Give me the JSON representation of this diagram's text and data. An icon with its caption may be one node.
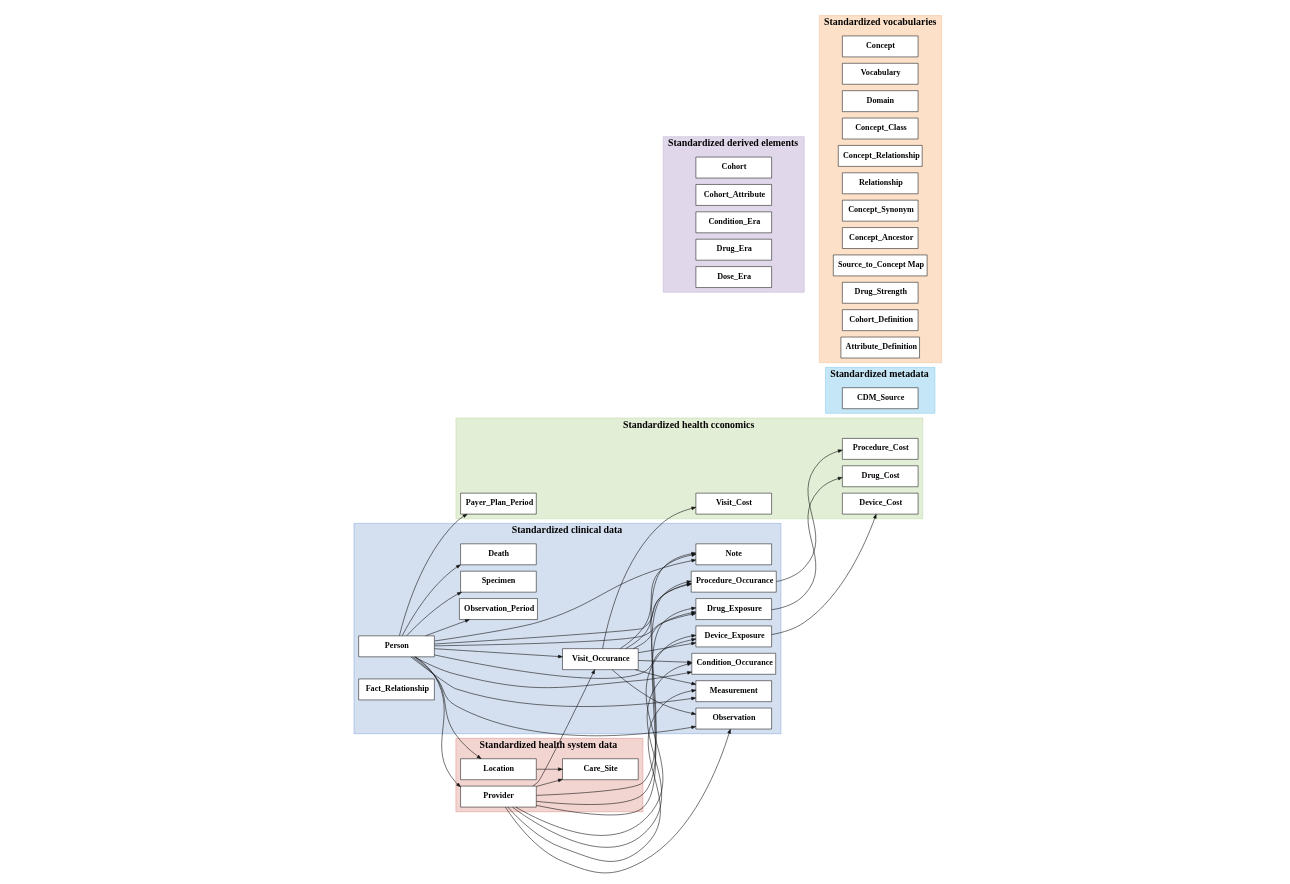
{
  "diagram": {
    "nodes": [
      {
        "text": [
          "Standardized clinical data"
        ]
      },
      {
        "text": [
          "Person"
        ],
        "in": 0
      },
      {
        "text": [
          "Observation_Period"
        ],
        "in": 0
      },
      {
        "text": [
          "Specimen"
        ],
        "in": 0
      },
      {
        "text": [
          "Death"
        ],
        "in": 0
      },
      {
        "text": [
          "Visit_Occurance"
        ],
        "in": 0
      },
      {
        "text": [
          "Procedure_Occurance"
        ],
        "in": 0
      },
      {
        "text": [
          "Drug_Exposure"
        ],
        "in": 0
      },
      {
        "text": [
          "Device_Exposure"
        ],
        "in": 0
      },
      {
        "text": [
          "Condition_Occurance"
        ],
        "in": 0
      },
      {
        "text": [
          "Measurement"
        ],
        "in": 0
      },
      {
        "text": [
          "Note"
        ],
        "in": 0
      },
      {
        "text": [
          "Observation"
        ],
        "in": 0
      },
      {
        "text": [
          "Fact_Relationship"
        ],
        "in": 0
      },
      {
        "text": [
          "Standardized health system data"
        ]
      },
      {
        "text": [
          "Location"
        ],
        "in": 14
      },
      {
        "text": [
          "Care_Site"
        ],
        "in": 14
      },
      {
        "text": [
          "Provider"
        ],
        "in": 14
      },
      {
        "text": [
          "Standardized health cconomics"
        ]
      },
      {
        "text": [
          "Payer_Plan_Period"
        ],
        "in": 18
      },
      {
        "text": [
          "Visit_Cost"
        ],
        "in": 18
      },
      {
        "text": [
          "Procedure_Cost"
        ],
        "in": 18
      },
      {
        "text": [
          "Drug_Cost"
        ],
        "in": 18
      },
      {
        "text": [
          "Device_Cost"
        ],
        "in": 18
      },
      {
        "text": [
          "Standardized derived elements"
        ]
      },
      {
        "text": [
          "Cohort"
        ],
        "in": 24
      },
      {
        "text": [
          "Cohort_Attribute"
        ],
        "in": 24
      },
      {
        "text": [
          "Condition_Era"
        ],
        "in": 24
      },
      {
        "text": [
          "Drug_Era"
        ],
        "in": 24
      },
      {
        "text": [
          "Dose_Era"
        ],
        "in": 24
      },
      {
        "text": [
          "Standardized metadata"
        ]
      },
      {
        "text": [
          "CDM_Source"
        ],
        "in": 30
      },
      {
        "text": [
          "Standardized vocabularies"
        ]
      },
      {
        "text": [
          "Concept"
        ],
        "in": 32
      },
      {
        "text": [
          "Vocabulary"
        ],
        "in": 32
      },
      {
        "text": [
          "Domain"
        ],
        "in": 32
      },
      {
        "text": [
          "Concept_Class"
        ],
        "in": 32
      },
      {
        "text": [
          "Concept_Relationship"
        ],
        "in": 32
      },
      {
        "text": [
          "Relationship"
        ],
        "in": 32
      },
      {
        "text": [
          "Concept_Synonym"
        ],
        "in": 32
      },
      {
        "text": [
          "Concept_Ancestor"
        ],
        "in": 32
      },
      {
        "text": [
          "Source_to_Concept Map"
        ],
        "in": 32
      },
      {
        "text": [
          "Drug_Strength"
        ],
        "in": 32
      },
      {
        "text": [
          "Cohort_Definition"
        ],
        "in": 32
      },
      {
        "text": [
          "Attribute_Definition"
        ],
        "in": 32
      }
    ],
    "edges": [
      {
        "from": 1,
        "to": 2,
        "arrow": "to"
      },
      {
        "from": 1,
        "to": 15,
        "arrow": "to"
      },
      {
        "from": 1,
        "to": 3,
        "arrow": "to"
      },
      {
        "from": 1,
        "to": 17,
        "arrow": "to"
      },
      {
        "from": 1,
        "to": 4,
        "arrow": "to"
      },
      {
        "from": 1,
        "to": 19,
        "arrow": "to"
      },
      {
        "from": 1,
        "to": 5,
        "arrow": "to"
      },
      {
        "from": 1,
        "to": 6,
        "arrow": "to"
      },
      {
        "from": 1,
        "to": 7,
        "arrow": "to"
      },
      {
        "from": 1,
        "to": 8,
        "arrow": "to"
      },
      {
        "from": 1,
        "to": 9,
        "arrow": "to"
      },
      {
        "from": 1,
        "to": 10,
        "arrow": "to"
      },
      {
        "from": 1,
        "to": 11,
        "arrow": "to"
      },
      {
        "from": 1,
        "to": 12,
        "arrow": "to"
      },
      {
        "from": 15,
        "to": 16,
        "arrow": "to"
      },
      {
        "from": 17,
        "to": 16,
        "arrow": "to"
      },
      {
        "from": 17,
        "to": 5,
        "arrow": "to"
      },
      {
        "from": 17,
        "to": 6,
        "arrow": "to"
      },
      {
        "from": 17,
        "to": 7,
        "arrow": "to"
      },
      {
        "from": 17,
        "to": 8,
        "arrow": "to"
      },
      {
        "from": 17,
        "to": 9,
        "arrow": "to"
      },
      {
        "from": 17,
        "to": 10,
        "arrow": "to"
      },
      {
        "from": 17,
        "to": 11,
        "arrow": "to"
      },
      {
        "from": 17,
        "to": 12,
        "arrow": "to"
      },
      {
        "from": 5,
        "to": 20,
        "arrow": "to"
      },
      {
        "from": 6,
        "to": 21,
        "arrow": "to"
      },
      {
        "from": 7,
        "to": 22,
        "arrow": "to"
      },
      {
        "from": 8,
        "to": 23,
        "arrow": "to"
      },
      {
        "from": 5,
        "to": 6,
        "arrow": "to"
      },
      {
        "from": 5,
        "to": 7,
        "arrow": "to"
      },
      {
        "from": 5,
        "to": 8,
        "arrow": "to"
      },
      {
        "from": 5,
        "to": 9,
        "arrow": "to"
      },
      {
        "from": 5,
        "to": 10,
        "arrow": "to"
      },
      {
        "from": 5,
        "to": 11,
        "arrow": "to"
      },
      {
        "from": 5,
        "to": 12,
        "arrow": "to"
      }
    ]
  }
}
